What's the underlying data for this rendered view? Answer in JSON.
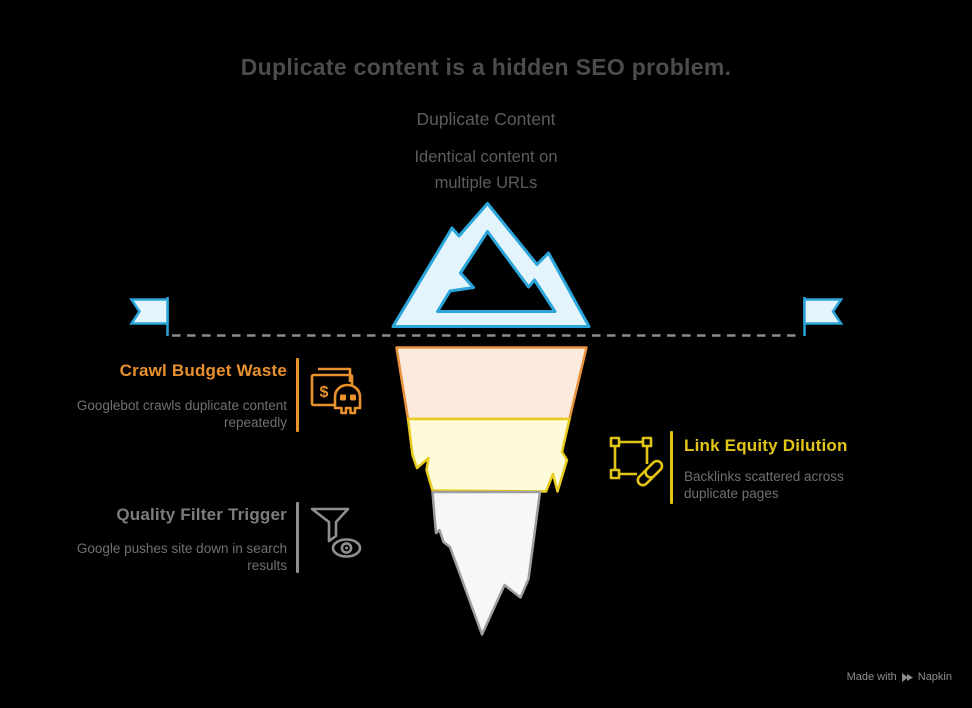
{
  "title": "Duplicate content is a hidden SEO problem.",
  "subject": {
    "name": "Duplicate Content",
    "description": "Identical content on\nmultiple URLs"
  },
  "sections": {
    "crawl_budget": {
      "title": "Crawl Budget Waste",
      "description": "Googlebot crawls duplicate content\nrepeatedly",
      "icon": "money-skull-icon"
    },
    "quality_filter": {
      "title": "Quality Filter Trigger",
      "description": "Google pushes site down in search\nresults",
      "icon": "funnel-eye-icon"
    },
    "link_equity": {
      "title": "Link Equity Dilution",
      "description": "Backlinks scattered across\nduplicate pages",
      "icon": "link-selection-icon"
    }
  },
  "iceberg": {
    "dollar_sign": "$",
    "layers": [
      "tip-above-waterline",
      "crawl-budget-layer",
      "link-equity-layer",
      "quality-filter-layer"
    ]
  },
  "footer": {
    "made_with": "Made with",
    "brand": "Napkin"
  },
  "colors": {
    "bg": "#000000",
    "c-title": "#4C4C4C",
    "c-subtle": "#5C5C5C",
    "c-body": "#707070",
    "c-heading-gray": "#7D7D7D",
    "c-orange": "#E8912D",
    "c-yellow": "#E2C417",
    "c-gray": "#8F8F8F",
    "c-cyan": "#2CA6DA",
    "c-ice-fill": "#E4F4FC",
    "c-peach-fill": "#FCEBDC",
    "c-peach-stroke": "#E8923D",
    "c-yellow-fill": "#FEFBDA",
    "c-yellow-stroke": "#E8CC1E",
    "c-white-fill": "#F7F7F7",
    "c-white-stroke": "#9E9E9E",
    "c-dash": "#8C8C8C",
    "c-footer": "#8E8E8E"
  }
}
